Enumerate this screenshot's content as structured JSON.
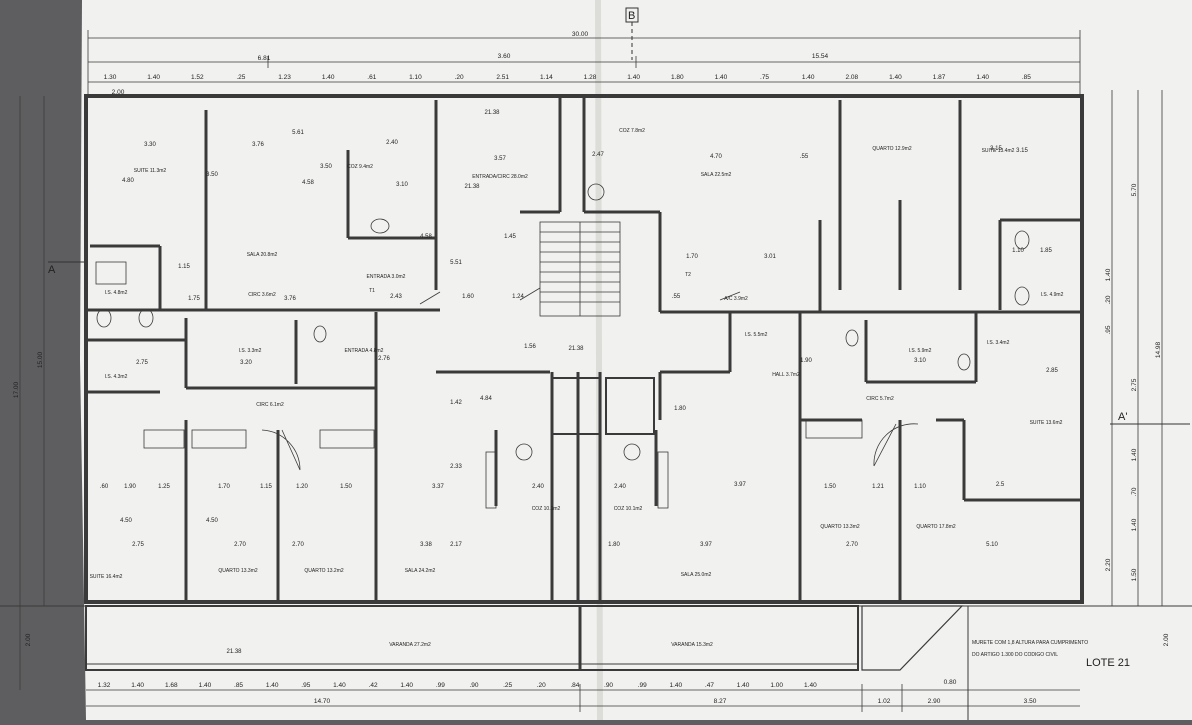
{
  "plan": {
    "section_marks": {
      "b_top": "B",
      "a_left": "A",
      "a_right": "A'"
    },
    "lot_label": "LOTE 21",
    "note_lines": [
      "MURETE COM 1,8 ALTURA PARA CUMPRIMENTO",
      "DO ARTIGO 1.300 DO CODIGO CIVIL"
    ],
    "top_dims": {
      "overall": "30.00",
      "left_run": "6.81",
      "center_run": "3.60",
      "right_run": "15.54",
      "segments": [
        "1.30",
        "1.40",
        "1.52",
        ".25",
        "1.23",
        "1.40",
        ".61",
        "1.10",
        ".20",
        "2.51",
        "1.14",
        "1.28",
        "1.40",
        "1.80",
        "1.40",
        ".75",
        "1.40",
        "2.08",
        "1.40",
        "1.87",
        "1.40",
        ".85"
      ],
      "sub_left": "2.00"
    },
    "bottom_dims": {
      "segments": [
        "1.32",
        "1.40",
        "1.68",
        "1.40",
        ".85",
        "1.40",
        ".95",
        "1.40",
        ".42",
        "1.40",
        ".99",
        ".90",
        ".25",
        ".20",
        ".84",
        ".90",
        ".99",
        "1.40",
        ".47",
        "1.40",
        "1.00",
        "1.40"
      ],
      "totals": [
        "14.70",
        "8.27",
        "1.02",
        "2.90",
        "3.50"
      ],
      "small": "0.80"
    },
    "left_dims": [
      "17.00",
      "15.00",
      "2.00"
    ],
    "right_dims": [
      "14.98",
      "5.70",
      "2.75",
      "1.40",
      ".70",
      "1.40",
      "2.20",
      "1.50",
      "2.00",
      ".20",
      ".95",
      "1.40"
    ],
    "level_marks": [
      "21.38",
      "21.38",
      "21.38",
      "21.38"
    ],
    "rooms": [
      {
        "name": "SUITE",
        "area": "11.3m2"
      },
      {
        "name": "SALA",
        "area": "20.8m2"
      },
      {
        "name": "COZ",
        "area": "9.4m2"
      },
      {
        "name": "ENTRADA/CIRC",
        "area": "28.0m2"
      },
      {
        "name": "COZ",
        "area": "7.8m2"
      },
      {
        "name": "SALA",
        "area": "22.5m2"
      },
      {
        "name": "QUARTO",
        "area": "12.9m2"
      },
      {
        "name": "SUITE",
        "area": "13.4m2"
      },
      {
        "name": "I.S.",
        "area": "4.8m2"
      },
      {
        "name": "CIRC",
        "area": "3.6m2"
      },
      {
        "name": "ENTRADA",
        "area": "3.0m2"
      },
      {
        "name": "I.S.",
        "area": "4.3m2"
      },
      {
        "name": "I.S.",
        "area": "3.3m2"
      },
      {
        "name": "ENTRADA",
        "area": "4.8m2"
      },
      {
        "name": "CIRC",
        "area": "6.1m2"
      },
      {
        "name": "I.S.",
        "area": "4.9m2"
      },
      {
        "name": "I.S.",
        "area": "5.9m2"
      },
      {
        "name": "I.S.",
        "area": "3.4m2"
      },
      {
        "name": "HALL",
        "area": "3.7m2"
      },
      {
        "name": "CIRC",
        "area": "5.7m2"
      },
      {
        "name": "SUITE",
        "area": "13.6m2"
      },
      {
        "name": "SUITE",
        "area": "16.4m2"
      },
      {
        "name": "QUARTO",
        "area": "13.3m2"
      },
      {
        "name": "QUARTO",
        "area": "13.2m2"
      },
      {
        "name": "SALA",
        "area": "24.2m2"
      },
      {
        "name": "COZ",
        "area": "10.1m2"
      },
      {
        "name": "COZ",
        "area": "10.1m2"
      },
      {
        "name": "SALA",
        "area": "25.0m2"
      },
      {
        "name": "QUARTO",
        "area": "13.3m2"
      },
      {
        "name": "QUARTO",
        "area": "17.8m2"
      },
      {
        "name": "VARANDA",
        "area": "27.2m2"
      },
      {
        "name": "VARANDA",
        "area": "15.3m2"
      },
      {
        "name": "I.S.",
        "area": "5.5m2"
      },
      {
        "name": "T1",
        "area": ""
      },
      {
        "name": "T2",
        "area": ""
      },
      {
        "name": "A/C",
        "area": "3.9m2"
      }
    ],
    "interior_dims": [
      "3.30",
      "3.76",
      "5.61",
      "2.40",
      "3.57",
      "2.47",
      "4.70",
      ".55",
      "3.15",
      "3.15",
      "4.80",
      "3.50",
      "4.58",
      "3.50",
      "3.10",
      "5.51",
      "4.58",
      "3.01",
      "1.15",
      "1.75",
      "3.76",
      "2.43",
      "1.60",
      "1.24",
      "1.70",
      ".55",
      "1.10",
      "1.85",
      "2.75",
      "3.20",
      "2.76",
      "1.56",
      "4.84",
      "3.37",
      "2.40",
      "2.40",
      "3.97",
      "1.50",
      "1.21",
      "1.10",
      "2.5",
      ".60",
      "1.90",
      "1.25",
      "1.70",
      "1.15",
      "1.20",
      "1.50",
      "2.75",
      "2.70",
      "2.70",
      "3.38",
      "1.80",
      "3.97",
      "2.70",
      "5.10",
      "4.50",
      "4.50",
      "2.17",
      "2.33",
      "1.42",
      "1.45",
      "2.85",
      "1.90",
      "1.80",
      "3.10"
    ]
  }
}
